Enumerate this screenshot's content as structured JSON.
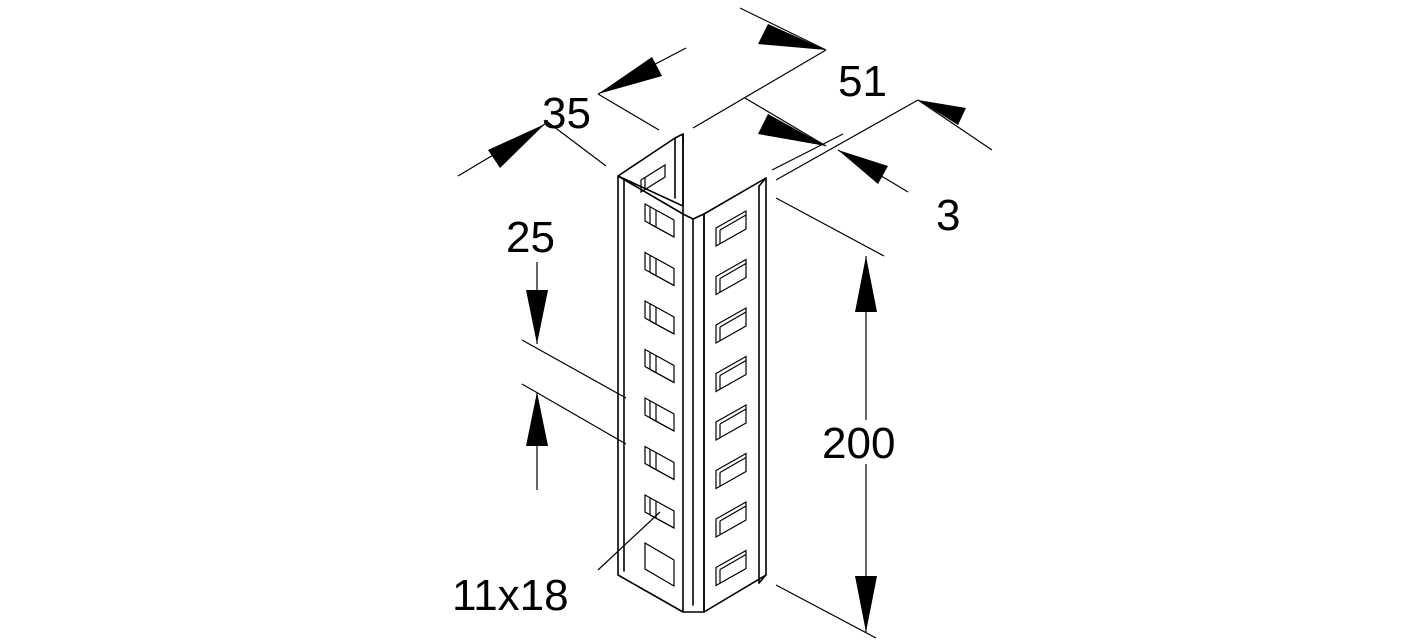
{
  "drawing": {
    "colors": {
      "line": "#000000",
      "background": "#ffffff"
    },
    "dimensions": {
      "flange_width": "35",
      "web_width": "51",
      "thickness": "3",
      "hole_pitch": "25",
      "length": "200",
      "hole_size": "11x18"
    },
    "front_holes": 7,
    "side_holes": 8
  }
}
